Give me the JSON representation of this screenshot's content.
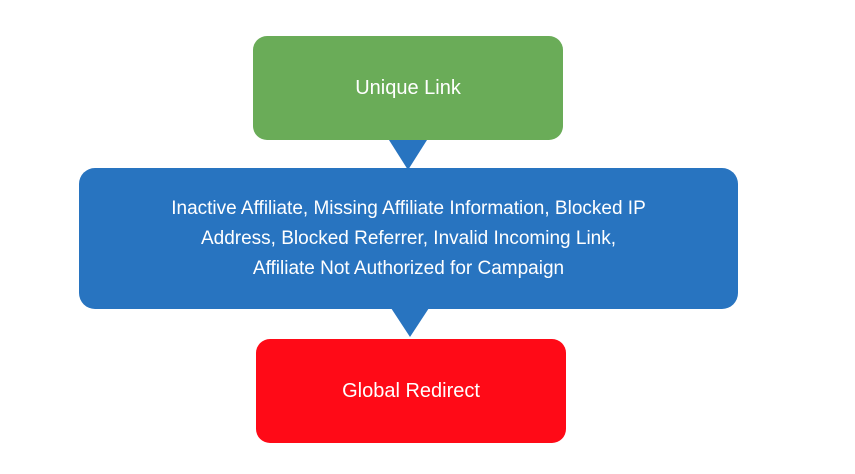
{
  "diagram": {
    "type": "flowchart",
    "colors": {
      "top": "#6aac58",
      "middle": "#2874c0",
      "bottom": "#ff0a17",
      "connector": "#2874c0",
      "text": "#ffffff"
    },
    "nodes": [
      {
        "id": "unique-link",
        "label": "Unique Link"
      },
      {
        "id": "conditions",
        "label": "Inactive Affiliate, Missing Affiliate Information, Blocked IP Address, Blocked Referrer, Invalid Incoming Link, Affiliate Not Authorized for Campaign"
      },
      {
        "id": "global-redirect",
        "label": "Global Redirect"
      }
    ],
    "edges": [
      {
        "from": "unique-link",
        "to": "conditions"
      },
      {
        "from": "conditions",
        "to": "global-redirect"
      }
    ]
  }
}
